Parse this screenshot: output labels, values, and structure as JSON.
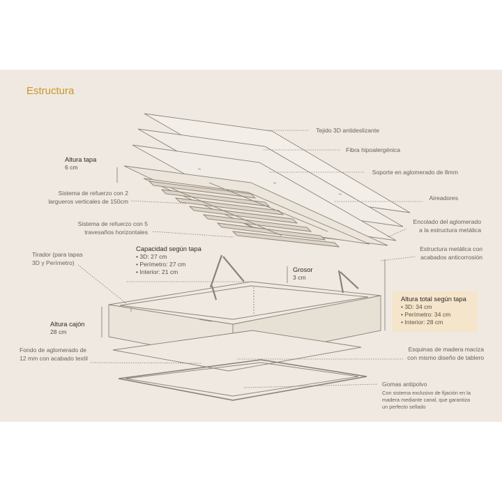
{
  "title": "Estructura",
  "labels": {
    "tejido": "Tejido 3D antideslizante",
    "fibra": "Fibra hipoalergénica",
    "soporte": "Soporte en aglomerado de 8mm",
    "aireadores": "Aireadores",
    "encolado_1": "Encolado del aglomerado",
    "encolado_2": "a la estructura metálica",
    "estructura_1": "Estructura metálica con",
    "estructura_2": "acabados anticorrosión",
    "refuerzo_v_1": "Sistema de refuerzo con 2",
    "refuerzo_v_2": "largueros verticales de 150cm",
    "refuerzo_h_1": "Sistema de refuerzo con 5",
    "refuerzo_h_2": "travesaños horizontales",
    "tirador_1": "Tirador (para tapas",
    "tirador_2": "3D y Perímetro)",
    "fondo_1": "Fondo de aglomerado de",
    "fondo_2": "12 mm con acabado textil",
    "esquinas_1": "Esquinas de madera maciza",
    "esquinas_2": "con mismo diseño de tablero",
    "gomas": "Gomas antipolvo",
    "gomas_note_1": "Con sistema exclusivo de fijación en la",
    "gomas_note_2": "madera mediante canal, que garantiza",
    "gomas_note_3": "un perfecto sellado"
  },
  "specs": {
    "altura_tapa": {
      "heading": "Altura tapa",
      "value": "6 cm"
    },
    "grosor": {
      "heading": "Grosor",
      "value": "3 cm"
    },
    "altura_cajon": {
      "heading": "Altura cajón",
      "value": "28 cm"
    },
    "capacidad": {
      "heading": "Capacidad según tapa",
      "items": [
        "3D: 27 cm",
        "Perímetro: 27 cm",
        "Interior: 21 cm"
      ]
    },
    "altura_total": {
      "heading": "Altura total según tapa",
      "items": [
        "3D: 34 cm",
        "Perímetro: 34 cm",
        "Interior: 28 cm"
      ]
    }
  },
  "colors": {
    "accent": "#c9962a",
    "panel": "#efe9e1",
    "highlight": "#f4e5cb",
    "line": "#8a8178"
  }
}
